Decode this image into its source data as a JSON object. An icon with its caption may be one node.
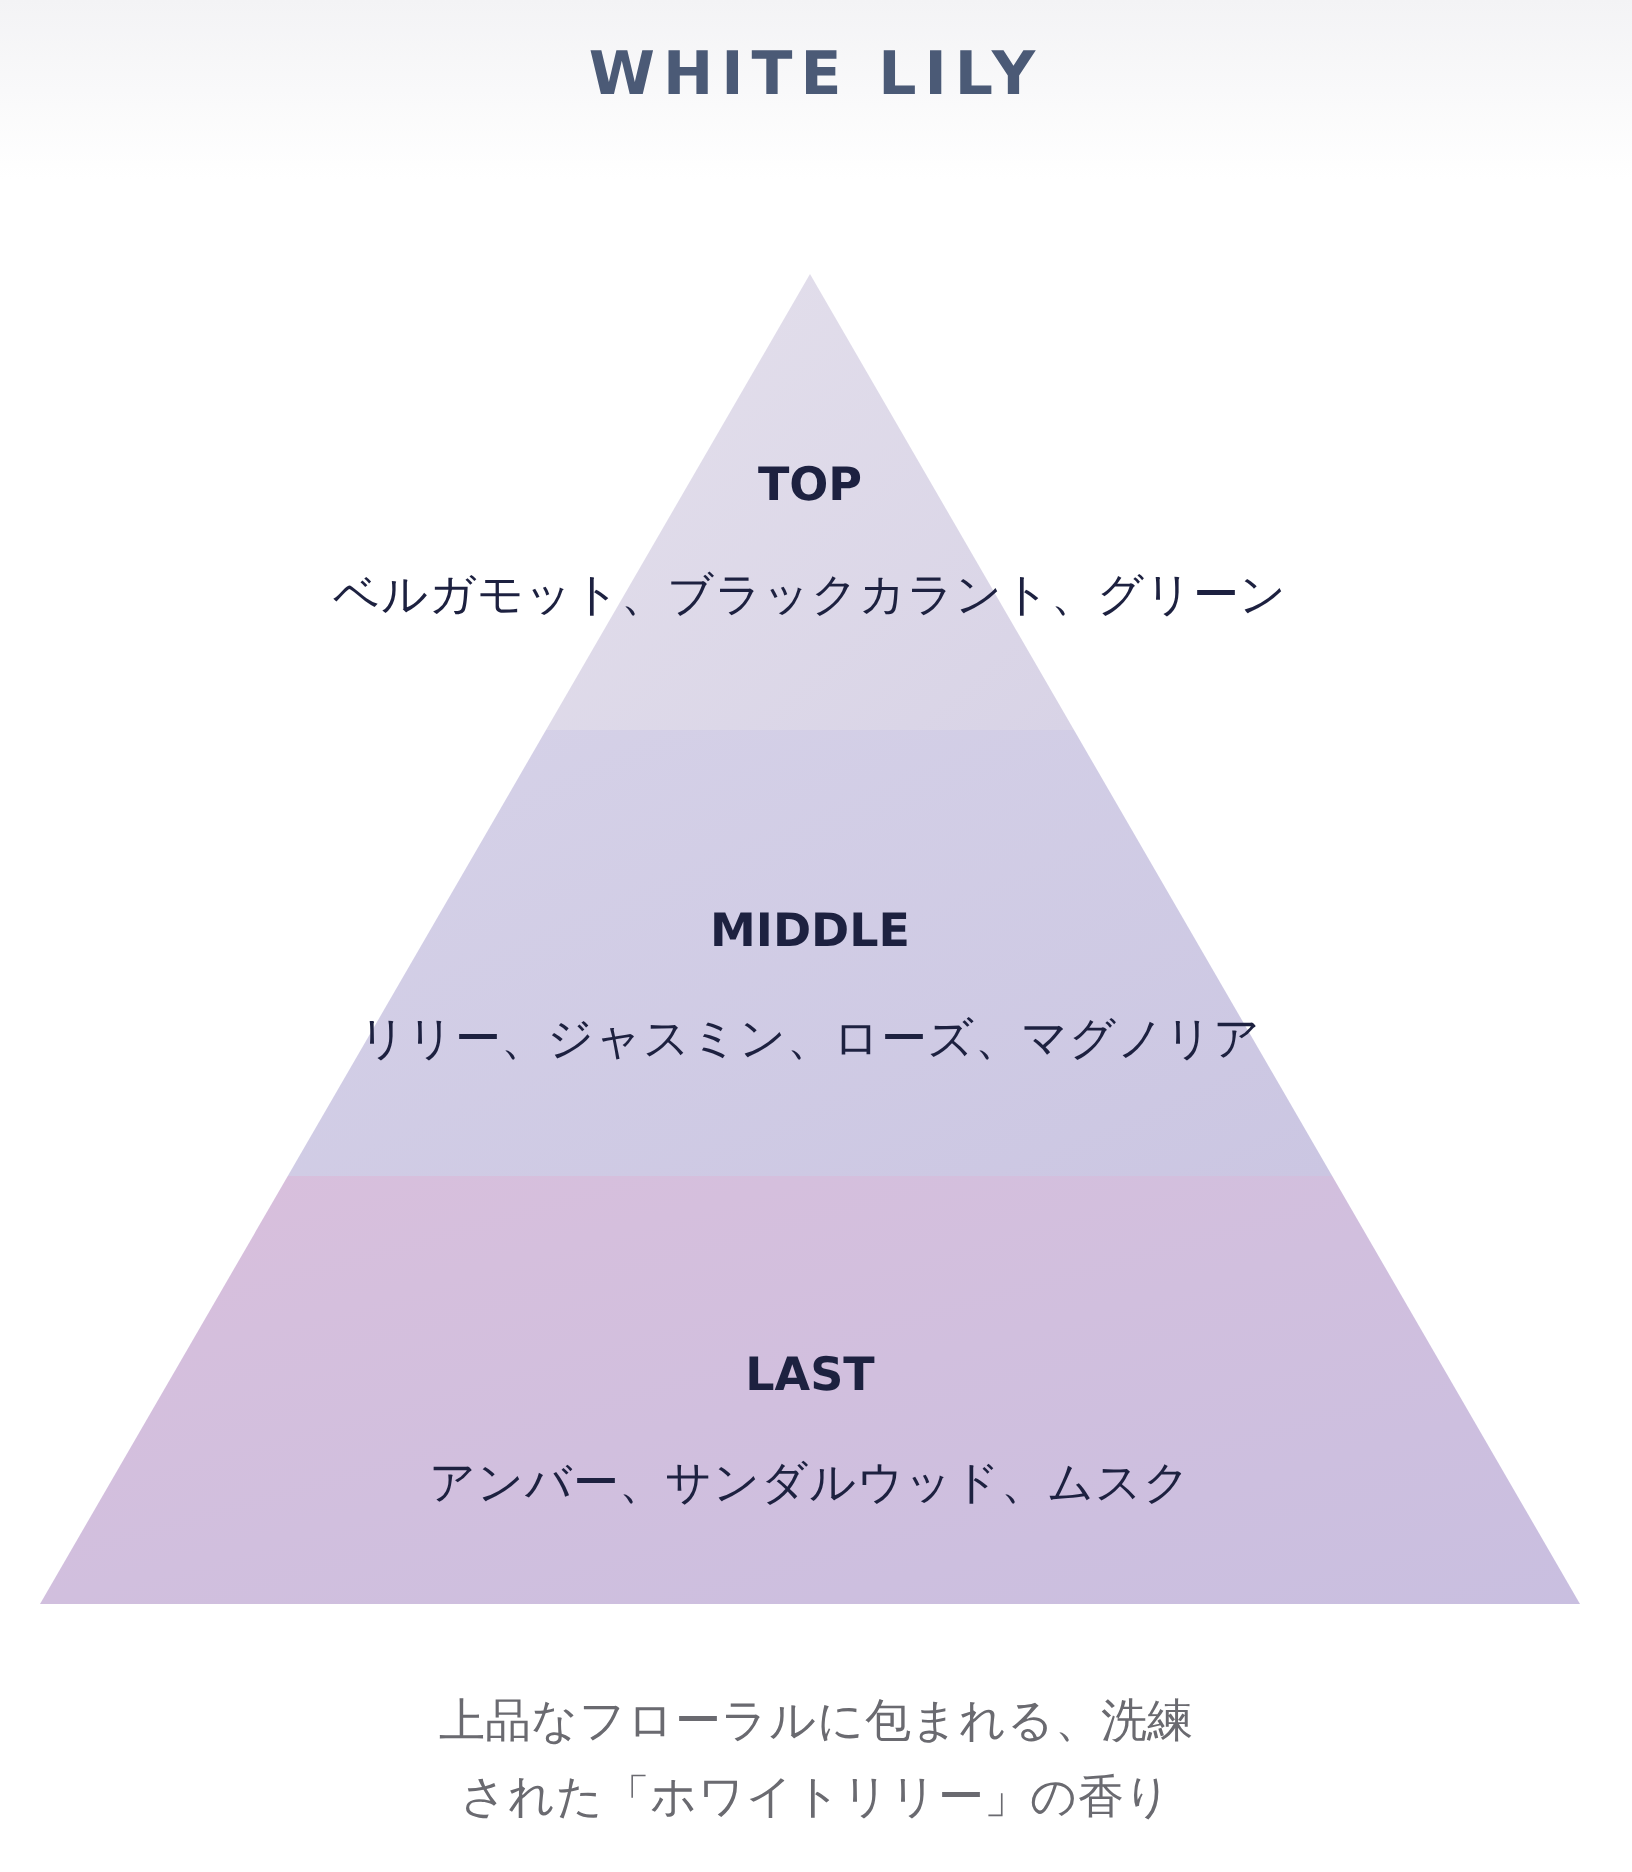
{
  "diagram": {
    "title": "WHITE LILY",
    "nodes": [
      {
        "text": [
          "TOP",
          "ベルガモット、ブラックカラント、グリーン"
        ]
      },
      {
        "text": [
          "MIDDLE",
          "リリー、ジャスミン、ローズ、マグノリア"
        ]
      },
      {
        "text": [
          "LAST",
          "アンバー、サンダルウッド、ムスク"
        ]
      }
    ],
    "edges": [],
    "caption": "上品なフローラルに包まれる、洗練された「ホワイトリリー」の香り"
  }
}
